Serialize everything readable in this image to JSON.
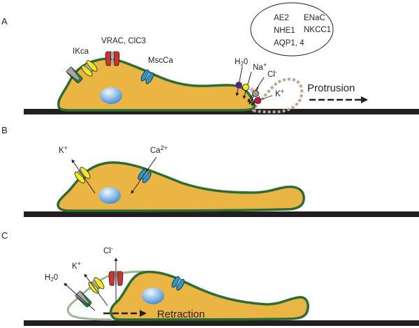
{
  "colors": {
    "cell_fill": "#ebb543",
    "membrane": "#2a6e34",
    "membrane_faded": "#9ab98f",
    "substrate": "#231f20",
    "nucleus_light": "#e6f1fb",
    "nucleus_dark": "#3f86cf",
    "ikca_green": "#1a9a3c",
    "k_yellow": "#eeea1c",
    "vrac_red": "#d0332d",
    "mscca_blue": "#1e9ad8",
    "pore_gray": "#a6a6a6",
    "h2o_dot": "#27357f",
    "na_dot": "#eeea1c",
    "cl_dot": "#f2a2b6",
    "gray_dot": "#a7988a",
    "k_dot": "#d0104c",
    "protrusion_outline": "#b7a98f"
  },
  "panels": {
    "a": {
      "label": "A",
      "channels": {
        "ikca": "IKca",
        "vrac": "VRAC, ClC3",
        "mscca": "MscCa"
      },
      "ions": {
        "h2o_main": "H",
        "h2o_sub": "2",
        "h2o_end": "0",
        "na": "Na",
        "na_sup": "+",
        "cl": "Cl",
        "cl_sup": "-",
        "k": "K",
        "k_sup": "+"
      },
      "transporters": [
        "AE2",
        "ENaC",
        "NHE1",
        "NKCC1",
        "AQP1, 4"
      ],
      "arrow_label": "Protrusion"
    },
    "b": {
      "label": "B",
      "ions": {
        "k": "K",
        "k_sup": "+",
        "ca": "Ca",
        "ca_sup": "2+"
      }
    },
    "c": {
      "label": "C",
      "ions": {
        "h2o_main": "H",
        "h2o_sub": "2",
        "h2o_end": "0",
        "k": "K",
        "k_sup": "+",
        "cl": "Cl",
        "cl_sup": "-"
      },
      "arrow_label": "Retraction"
    }
  }
}
